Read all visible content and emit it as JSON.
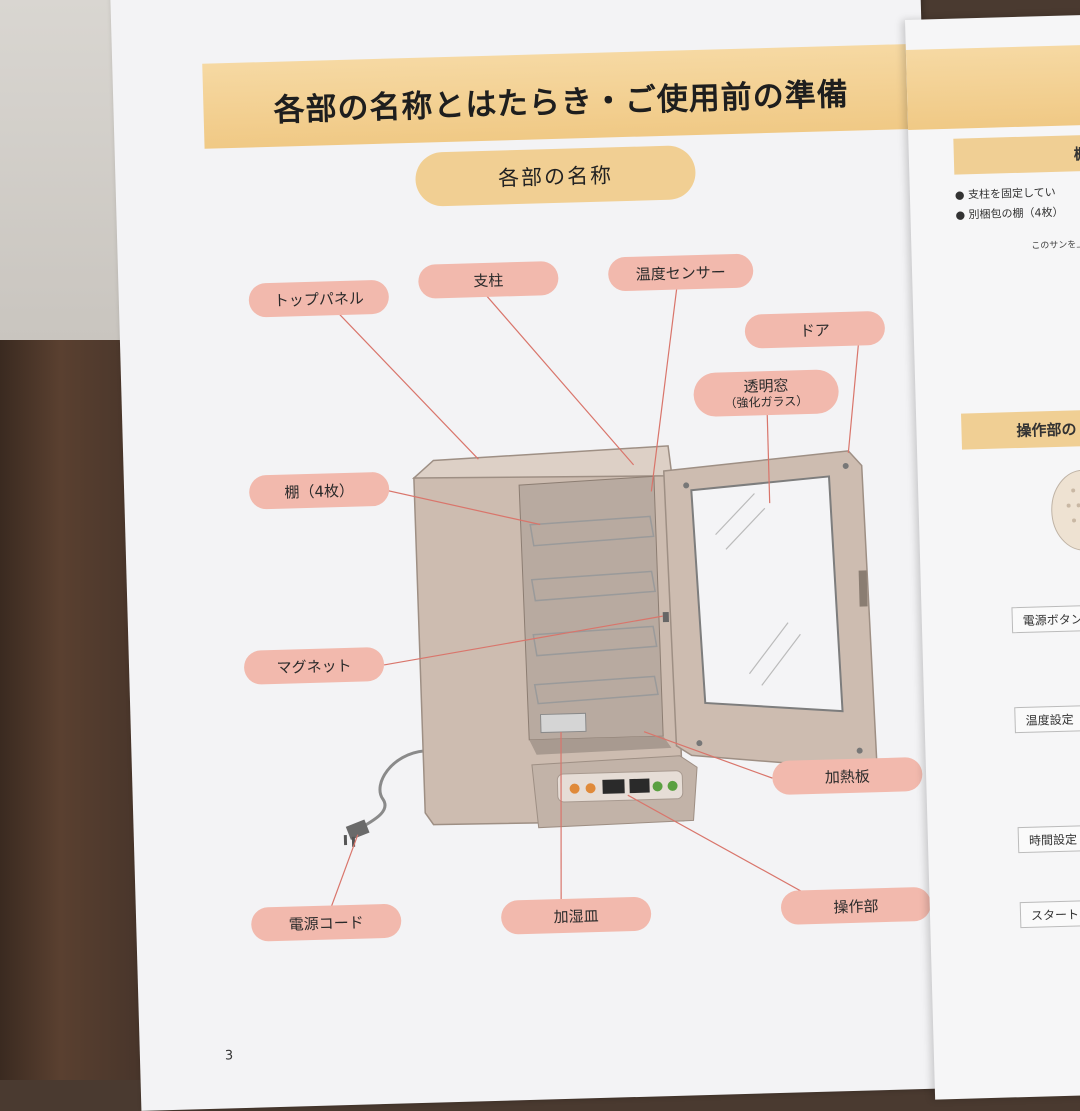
{
  "header": {
    "title": "各部の名称とはたらき・ご使用前の準備"
  },
  "section": {
    "title": "各部の名称"
  },
  "labels": {
    "top_panel": "トップパネル",
    "pillar": "支柱",
    "temp_sensor": "温度センサー",
    "door": "ドア",
    "window_line1": "透明窓",
    "window_line2": "（強化ガラス）",
    "shelf": "棚（4枚）",
    "magnet": "マグネット",
    "heater_plate": "加熱板",
    "power_cord": "電源コード",
    "humid_tray": "加湿皿",
    "control_panel": "操作部"
  },
  "page_number": "3",
  "right_page": {
    "shelf_heading": "棚",
    "bullet1": "支柱を固定してい",
    "bullet2": "別梱包の棚（4枚）",
    "note": "このサンを上",
    "control_heading": "操作部の",
    "tiny_label": "電",
    "buttons": [
      "電源ボタン",
      "温度設定",
      "時間設定",
      "スタートボ"
    ]
  },
  "colors": {
    "banner": "#f0c985",
    "label_pill": "#f2b9ad",
    "section_pill": "#f1cf93",
    "leader_line": "#d9756b",
    "cabinet": "#cdbcb0"
  }
}
